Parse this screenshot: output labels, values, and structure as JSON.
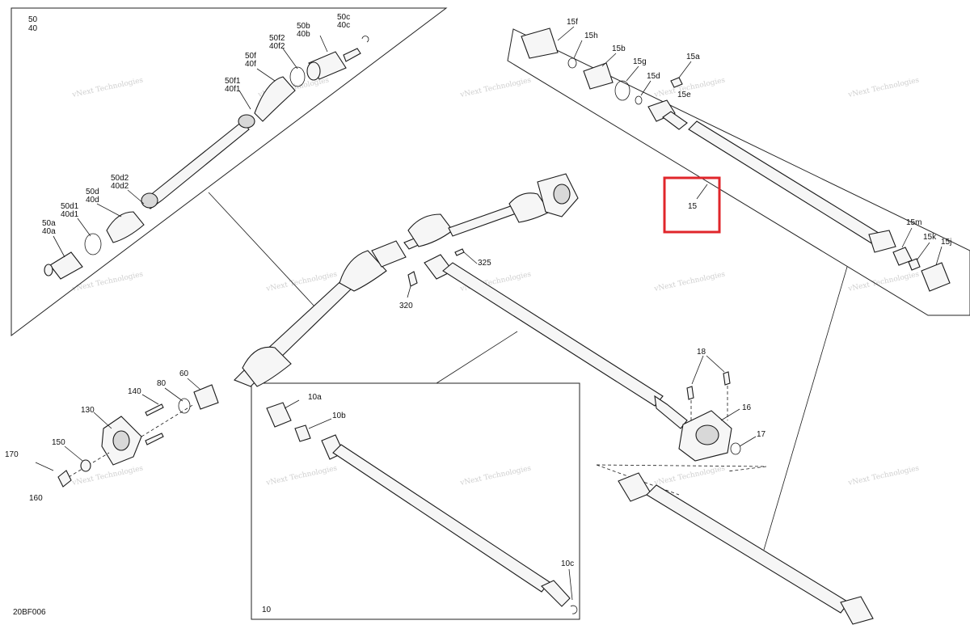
{
  "diagram_code": "20BF006",
  "group_labels": {
    "front_top": "50",
    "front_bottom": "40",
    "drive_shaft_box": "10"
  },
  "callouts": {
    "c50b": "50b",
    "c40b": "40b",
    "c50c": "50c",
    "c40c": "40c",
    "c50f2": "50f2",
    "c40f2": "40f2",
    "c50f": "50f",
    "c40f": "40f",
    "c50f1": "50f1",
    "c40f1": "40f1",
    "c50d2": "50d2",
    "c40d2": "40d2",
    "c50d": "50d",
    "c40d": "40d",
    "c50d1": "50d1",
    "c40d1": "40d1",
    "c50a": "50a",
    "c40a": "40a",
    "c15f": "15f",
    "c15h": "15h",
    "c15b": "15b",
    "c15g": "15g",
    "c15d": "15d",
    "c15a": "15a",
    "c15e": "15e",
    "c15": "15",
    "c15m": "15m",
    "c15k": "15k",
    "c15j": "15j",
    "c325": "325",
    "c320": "320",
    "c18": "18",
    "c16": "16",
    "c17": "17",
    "c140": "140",
    "c80": "80",
    "c60": "60",
    "c130": "130",
    "c150": "150",
    "c170": "170",
    "c160": "160",
    "c10a": "10a",
    "c10b": "10b",
    "c10c": "10c"
  },
  "watermark": {
    "line1": "vNext Technologies",
    "line2": "Technologies"
  },
  "highlight_color": "#e0262b"
}
